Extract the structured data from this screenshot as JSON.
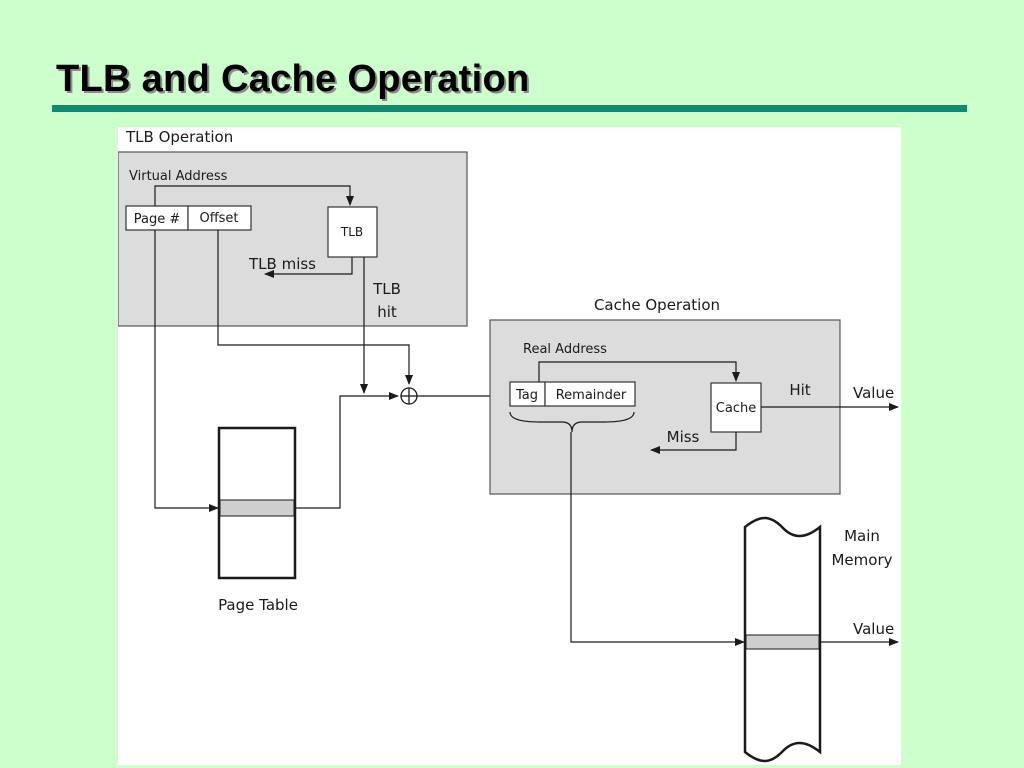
{
  "slide": {
    "title": "TLB and Cache Operation"
  },
  "diagram": {
    "tlb_section": {
      "title": "TLB Operation",
      "virtual_address_label": "Virtual Address",
      "page_number_field": "Page #",
      "offset_field": "Offset",
      "tlb_box": "TLB",
      "tlb_miss_label": "TLB miss",
      "tlb_hit_line1": "TLB",
      "tlb_hit_line2": "hit"
    },
    "cache_section": {
      "title": "Cache Operation",
      "real_address_label": "Real Address",
      "tag_field": "Tag",
      "remainder_field": "Remainder",
      "cache_box": "Cache",
      "hit_label": "Hit",
      "value_label": "Value",
      "miss_label": "Miss"
    },
    "page_table_label": "Page Table",
    "main_memory_line1": "Main",
    "main_memory_line2": "Memory",
    "memory_value_label": "Value",
    "adder_symbol": "⊕"
  }
}
